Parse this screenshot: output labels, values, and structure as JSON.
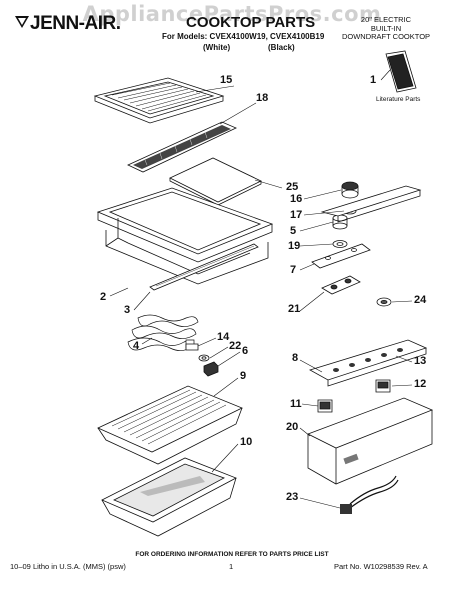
{
  "watermark": "AppliancePartsPros.com",
  "header": {
    "brand": "JENN-AIR.",
    "title": "COOKTOP PARTS",
    "models_line": "For Models: CVEX4100W19, CVEX4100B19",
    "variant_white": "(White)",
    "variant_black": "(Black)",
    "product_type": [
      "20\" ELECTRIC",
      "BUILT-IN",
      "DOWNDRAFT COOKTOP"
    ]
  },
  "literature_label": "Literature Parts",
  "callouts": [
    {
      "id": "c1",
      "label": "1"
    },
    {
      "id": "c15",
      "label": "15"
    },
    {
      "id": "c18",
      "label": "18"
    },
    {
      "id": "c25",
      "label": "25"
    },
    {
      "id": "c16",
      "label": "16"
    },
    {
      "id": "c17",
      "label": "17"
    },
    {
      "id": "c5",
      "label": "5"
    },
    {
      "id": "c19",
      "label": "19"
    },
    {
      "id": "c7",
      "label": "7"
    },
    {
      "id": "c2",
      "label": "2"
    },
    {
      "id": "c3",
      "label": "3"
    },
    {
      "id": "c21",
      "label": "21"
    },
    {
      "id": "c24",
      "label": "24"
    },
    {
      "id": "c4",
      "label": "4"
    },
    {
      "id": "c14",
      "label": "14"
    },
    {
      "id": "c22",
      "label": "22"
    },
    {
      "id": "c6",
      "label": "6"
    },
    {
      "id": "c8",
      "label": "8"
    },
    {
      "id": "c13",
      "label": "13"
    },
    {
      "id": "c12",
      "label": "12"
    },
    {
      "id": "c9",
      "label": "9"
    },
    {
      "id": "c11",
      "label": "11"
    },
    {
      "id": "c10",
      "label": "10"
    },
    {
      "id": "c20",
      "label": "20"
    },
    {
      "id": "c23",
      "label": "23"
    }
  ],
  "footer": {
    "notice": "FOR ORDERING INFORMATION REFER TO PARTS PRICE LIST",
    "litho": "10–09 Litho in U.S.A. (MMS) (psw)",
    "page": "1",
    "part_no": "Part No. W10298539 Rev. A"
  },
  "colors": {
    "ink": "#111111",
    "watermark": "#969696",
    "shade": "#555555"
  }
}
